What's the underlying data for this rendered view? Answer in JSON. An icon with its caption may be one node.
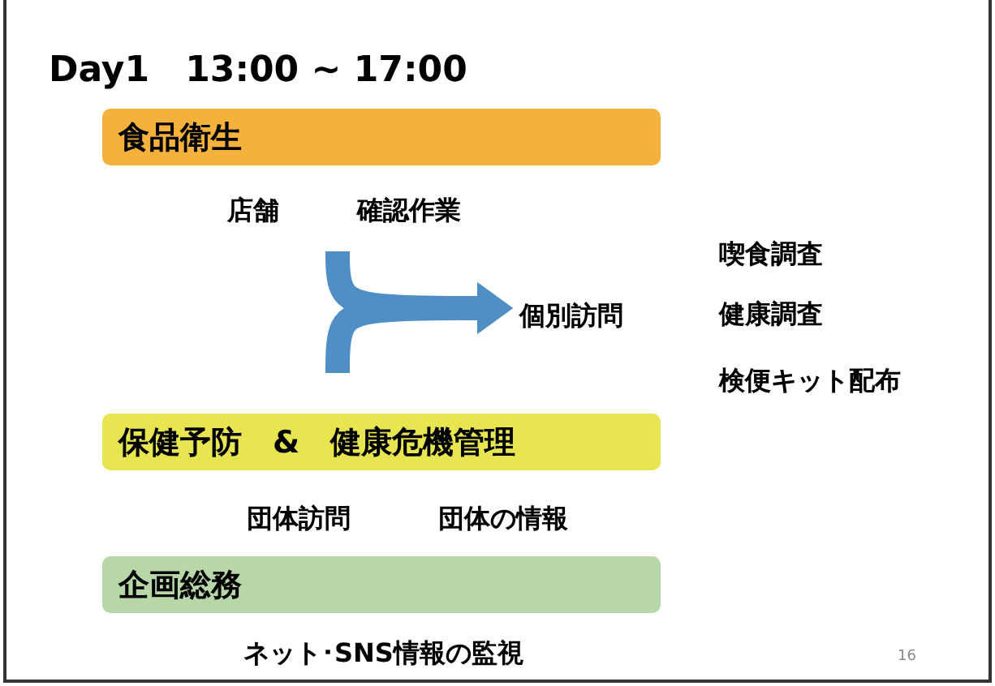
{
  "diagram": {
    "title": "Day1　13:00 ~ 17:00",
    "nodes": [
      {
        "text": [
          "食品衛生"
        ]
      },
      {
        "text": [
          "個別訪問"
        ]
      },
      {
        "text": [
          "保健予防　&　健康危機管理"
        ]
      },
      {
        "text": [
          "企画総務"
        ]
      }
    ],
    "edges": [
      {
        "from": null,
        "to": 1,
        "arrow": "to"
      },
      {
        "from": null,
        "to": 1,
        "arrow": "to"
      }
    ],
    "labels": [
      "店舗",
      "確認作業",
      "喫食調査",
      "健康調査",
      "検便キット配布",
      "団体訪問",
      "団体の情報",
      "ネット･SNS情報の監視",
      "16"
    ]
  }
}
